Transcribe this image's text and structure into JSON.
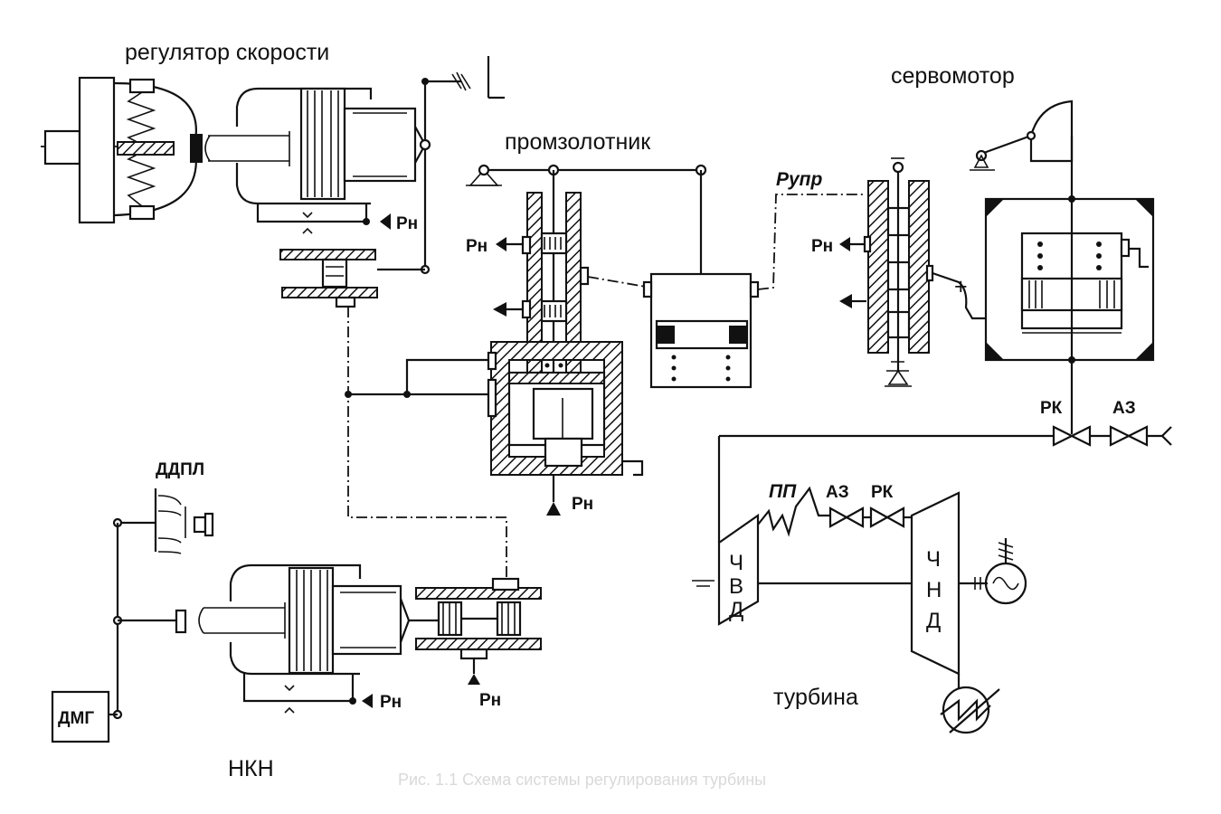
{
  "labels": {
    "speed_regulator": "регулятор скорости",
    "intermediate_spool": "промзолотник",
    "servomotor": "сервомотор",
    "p_control": "Pупр",
    "p_n": "Pн",
    "ddpl": "ДДПЛ",
    "dmg": "ДМГ",
    "nkn": "НКН",
    "turbine": "турбина",
    "pp": "ПП",
    "rk": "РК",
    "az": "АЗ",
    "hp_part": [
      "Ч",
      "В",
      "Д"
    ],
    "lp_part": [
      "Ч",
      "Н",
      "Д"
    ]
  },
  "caption": "Рис. 1.1 Схема системы регулирования турбины"
}
